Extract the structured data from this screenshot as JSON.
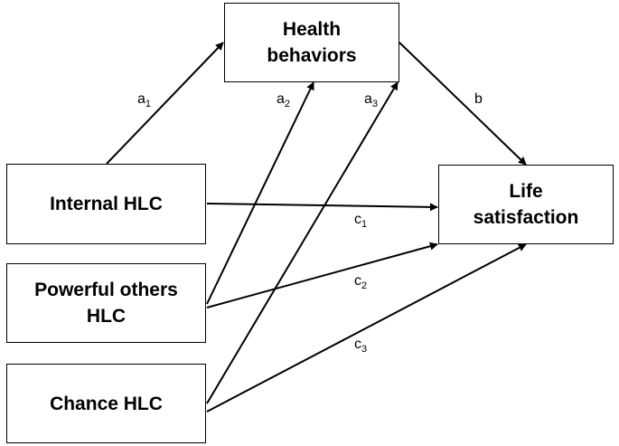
{
  "nodes": {
    "health_behaviors": "Health\nbehaviors",
    "life_satisfaction": "Life\nsatisfaction",
    "internal_hlc": "Internal HLC",
    "powerful_others_hlc": "Powerful others\nHLC",
    "chance_hlc": "Chance HLC"
  },
  "paths": {
    "a1": {
      "letter": "a",
      "index": "1"
    },
    "a2": {
      "letter": "a",
      "index": "2"
    },
    "a3": {
      "letter": "a",
      "index": "3"
    },
    "b": {
      "letter": "b",
      "index": ""
    },
    "c1": {
      "letter": "c",
      "index": "1"
    },
    "c2": {
      "letter": "c",
      "index": "2"
    },
    "c3": {
      "letter": "c",
      "index": "3"
    }
  },
  "colors": {
    "line": "#000000",
    "box_border": "#000000",
    "background": "#ffffff"
  }
}
